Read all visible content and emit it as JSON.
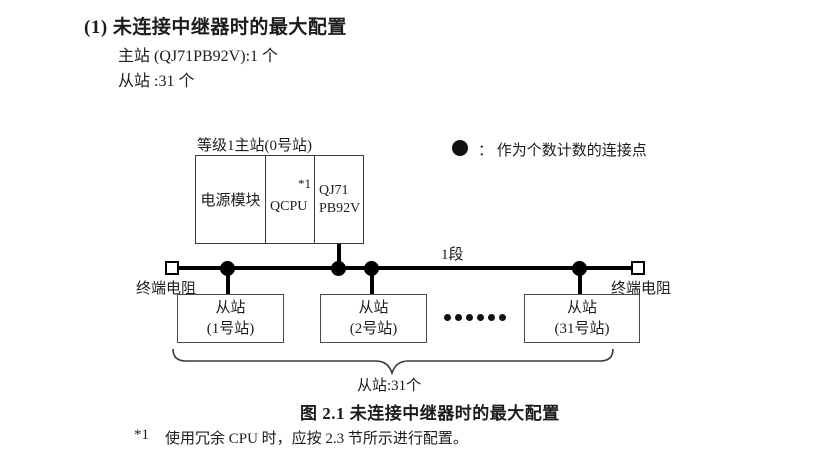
{
  "page": {
    "heading": "(1) 未连接中继器时的最大配置",
    "line_master": "主站 (QJ71PB92V):1 个",
    "line_slave": "从站 :31 个"
  },
  "diagram": {
    "master_label": "等级1主站(0号站)",
    "master_cells": {
      "power": "电源模块",
      "cpu": "QCPU",
      "cpu_note": "*1",
      "pb_line1": "QJ71",
      "pb_line2": "PB92V"
    },
    "legend_text": "：  作为个数计数的连接点",
    "segment_label": "1段",
    "terminator_left": "终端电阻",
    "terminator_right": "终端电阻",
    "slaves": [
      {
        "line1": "从站",
        "line2": "(1号站)"
      },
      {
        "line1": "从站",
        "line2": "(2号站)"
      },
      {
        "line1": "从站",
        "line2": "(31号站)"
      }
    ],
    "brace_label": "从站:31个"
  },
  "caption": "图 2.1 未连接中继器时的最大配置",
  "footnote": {
    "marker": "*1",
    "text": "使用冗余 CPU 时，应按 2.3 节所示进行配置。"
  },
  "colors": {
    "ink": "#1c1c1c",
    "line": "#000000",
    "border": "#3a3a3a"
  }
}
